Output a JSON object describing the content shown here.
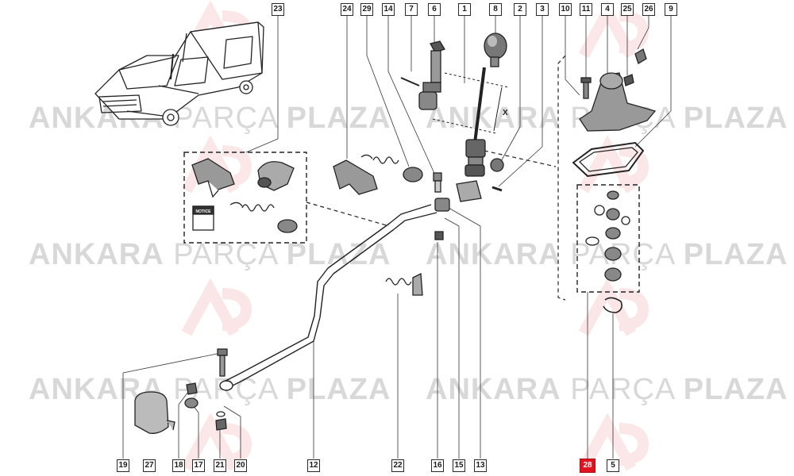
{
  "watermark": {
    "brand_left": "ANKARA",
    "brand_mid": "PARÇA",
    "brand_right": "PLAZA"
  },
  "accent_color": "#e0141e",
  "booklet_label": "NOTICE",
  "dimension_label": "X",
  "callouts": {
    "c23": "23",
    "c24": "24",
    "c29": "29",
    "c14": "14",
    "c7": "7",
    "c6": "6",
    "c1": "1",
    "c8": "8",
    "c2": "2",
    "c3": "3",
    "c10": "10",
    "c11": "11",
    "c4": "4",
    "c25": "25",
    "c26": "26",
    "c9": "9",
    "c19": "19",
    "c27": "27",
    "c18": "18",
    "c17": "17",
    "c21": "21",
    "c20": "20",
    "c12": "12",
    "c22": "22",
    "c16": "16",
    "c15": "15",
    "c13": "13",
    "c28": "28",
    "c5": "5"
  },
  "selected_part": "28"
}
